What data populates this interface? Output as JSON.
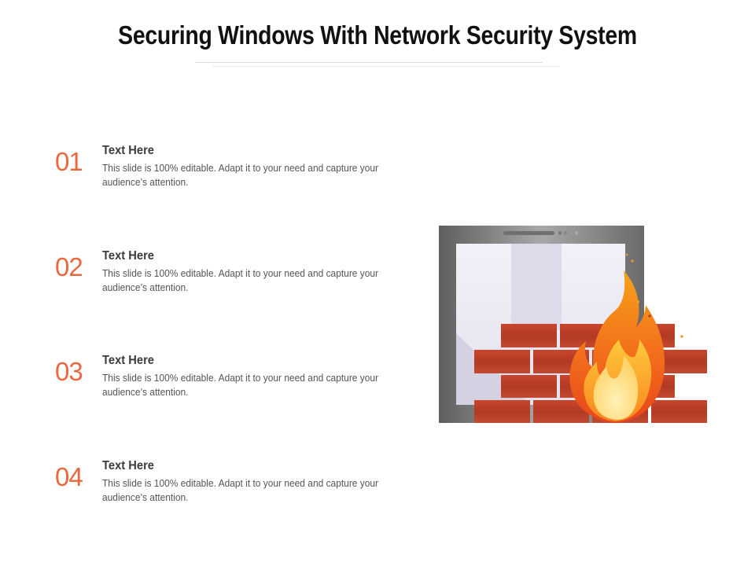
{
  "slide": {
    "title": "Securing Windows With Network Security System"
  },
  "items": [
    {
      "number": "01",
      "heading": "Text Here",
      "text": "This slide is 100% editable. Adapt it to your need and capture your audience’s attention."
    },
    {
      "number": "02",
      "heading": "Text Here",
      "text": "This slide is 100% editable. Adapt it to your need and capture your audience’s attention."
    },
    {
      "number": "03",
      "heading": "Text Here",
      "text": "This slide is 100% editable. Adapt it to your need and capture your audience’s attention."
    },
    {
      "number": "04",
      "heading": "Text Here",
      "text": "This slide is 100% editable. Adapt it to your need and capture your audience’s attention."
    }
  ],
  "illustration": {
    "name": "firewall-window-icon",
    "colors": {
      "accent": "#e8693f",
      "brick": "#c0442c",
      "frame": "#808080",
      "flame_outer": "#f25a1c",
      "flame_inner": "#ffe08a"
    }
  }
}
